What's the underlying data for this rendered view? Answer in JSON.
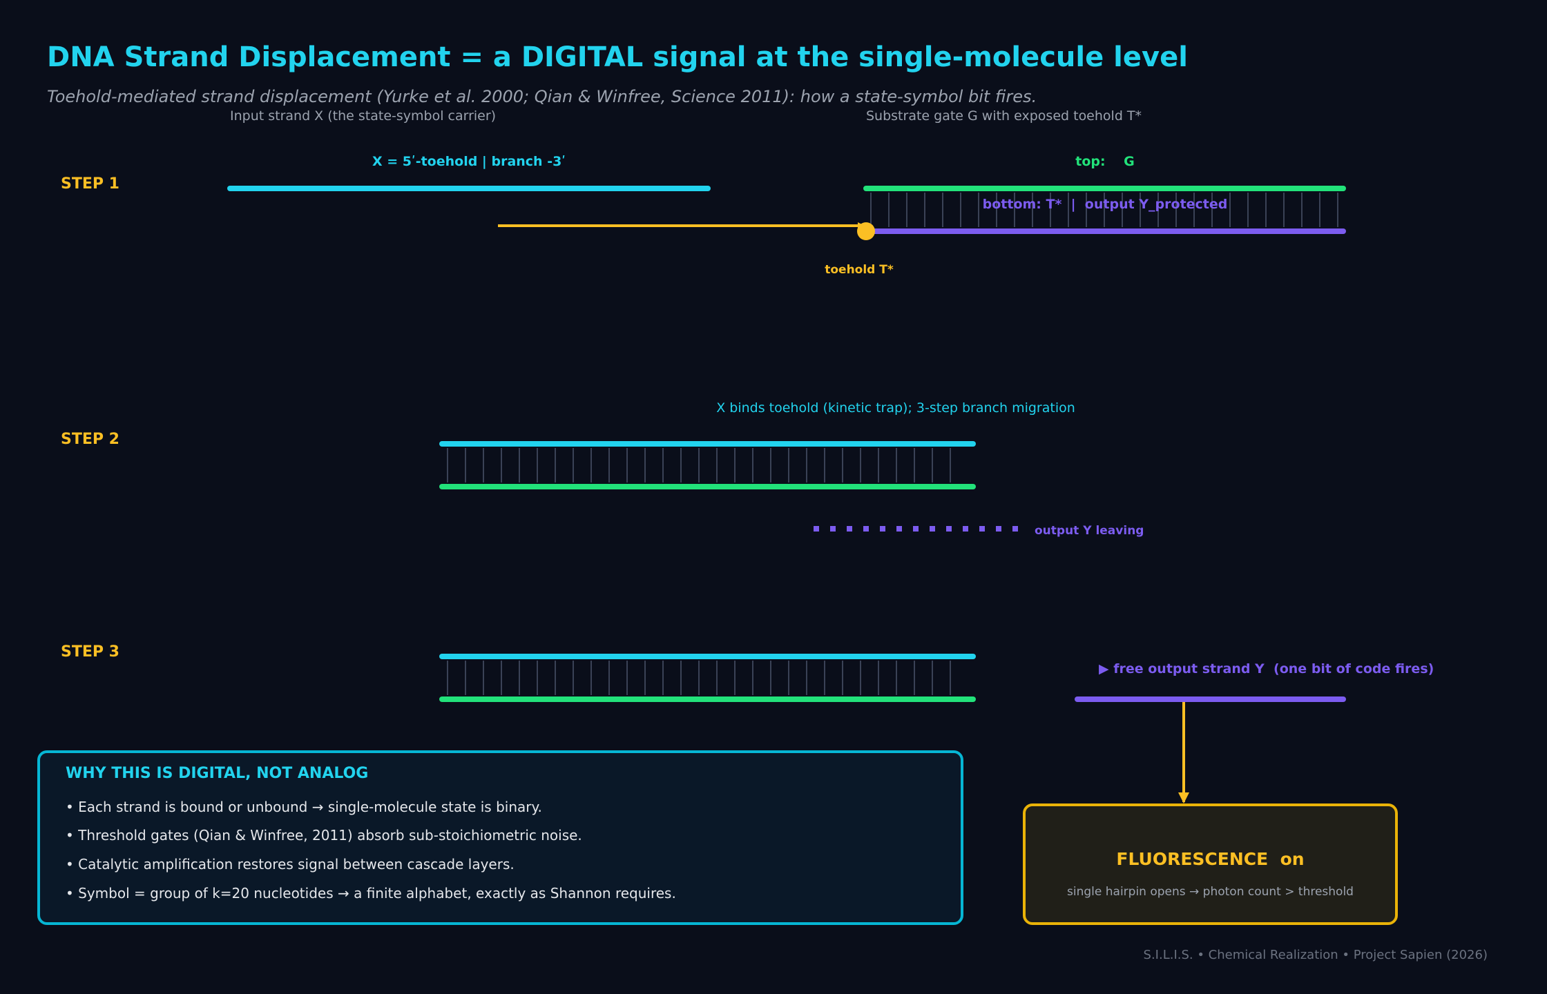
{
  "title": "DNA Strand Displacement = a DIGITAL signal at the single-molecule level",
  "subtitle": "Toehold-mediated strand displacement (Yurke et al. 2000; Qian & Winfree, Science 2011): how a state-symbol bit fires.",
  "columns": {
    "input": "Input strand X (the state-symbol carrier)",
    "gate": "Substrate gate G with exposed toehold T*"
  },
  "steps": {
    "step1": {
      "label": "STEP 1",
      "strand_x_label": "X = 5ʹ-toehold | branch -3ʹ",
      "gate_top_label": "top:    G",
      "gate_bottom_label": "bottom: T*  |  output Y_protected",
      "toehold_label": "toehold T*"
    },
    "step2": {
      "label": "STEP 2",
      "note": "X binds toehold (kinetic trap); 3-step branch migration",
      "output_leaving": "output Y leaving"
    },
    "step3": {
      "label": "STEP 3",
      "free_output": "▶ free output strand Y  (one bit of code fires)"
    }
  },
  "why_box": {
    "title": "WHY THIS IS DIGITAL, NOT ANALOG",
    "bullets": [
      "• Each strand is bound or unbound → single-molecule state is binary.",
      "• Threshold gates (Qian & Winfree, 2011) absorb sub-stoichiometric noise.",
      "• Catalytic amplification restores signal between cascade layers.",
      "• Symbol = group of k=20 nucleotides → a finite alphabet, exactly as Shannon requires."
    ]
  },
  "fluorescence_box": {
    "title": "FLUORESCENCE  on",
    "subtitle": "single hairpin opens → photon count > threshold"
  },
  "footer": "S.I.L.I.S. • Chemical Realization • Project Sapien (2026)",
  "colors": {
    "cyan": "#22d3ee",
    "green": "#22e27a",
    "purple": "#7c5cf0",
    "amber": "#fbbf24",
    "rung": "#3a4256"
  }
}
